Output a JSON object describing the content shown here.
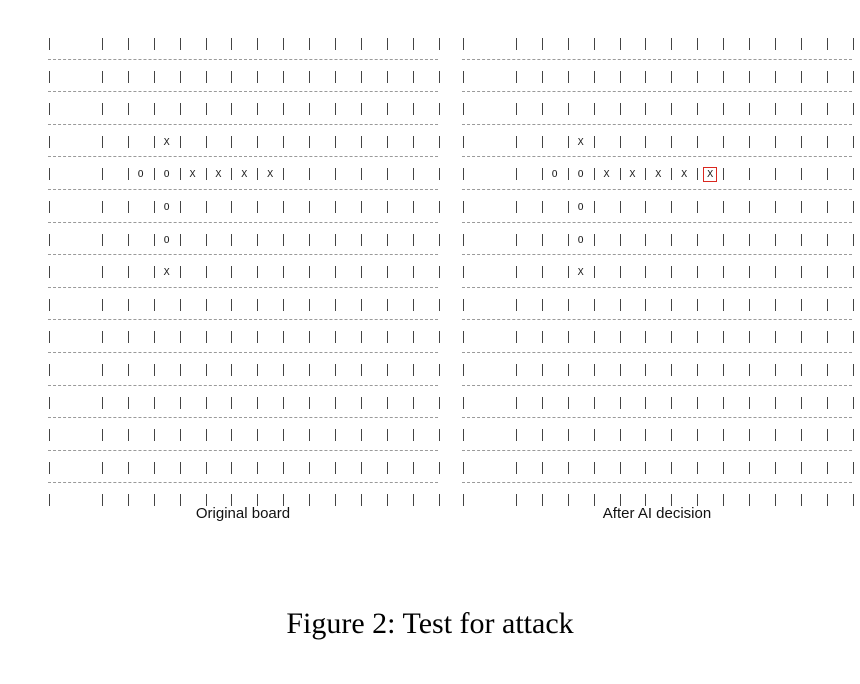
{
  "figure_caption": "Figure 2: Test for attack",
  "boards": [
    {
      "caption": "Original board",
      "grid": [
        [
          "",
          "",
          "",
          "",
          "",
          "",
          "",
          "",
          "",
          "",
          "",
          "",
          "",
          "",
          ""
        ],
        [
          "",
          "",
          "",
          "",
          "",
          "",
          "",
          "",
          "",
          "",
          "",
          "",
          "",
          "",
          ""
        ],
        [
          "",
          "",
          "",
          "",
          "",
          "",
          "",
          "",
          "",
          "",
          "",
          "",
          "",
          "",
          ""
        ],
        [
          "",
          "",
          "",
          "",
          "X",
          "",
          "",
          "",
          "",
          "",
          "",
          "",
          "",
          "",
          ""
        ],
        [
          "",
          "",
          "",
          "O",
          "O",
          "X",
          "X",
          "X",
          "X",
          "",
          "",
          "",
          "",
          "",
          ""
        ],
        [
          "",
          "",
          "",
          "",
          "O",
          "",
          "",
          "",
          "",
          "",
          "",
          "",
          "",
          "",
          ""
        ],
        [
          "",
          "",
          "",
          "",
          "O",
          "",
          "",
          "",
          "",
          "",
          "",
          "",
          "",
          "",
          ""
        ],
        [
          "",
          "",
          "",
          "",
          "X",
          "",
          "",
          "",
          "",
          "",
          "",
          "",
          "",
          "",
          ""
        ],
        [
          "",
          "",
          "",
          "",
          "",
          "",
          "",
          "",
          "",
          "",
          "",
          "",
          "",
          "",
          ""
        ],
        [
          "",
          "",
          "",
          "",
          "",
          "",
          "",
          "",
          "",
          "",
          "",
          "",
          "",
          "",
          ""
        ],
        [
          "",
          "",
          "",
          "",
          "",
          "",
          "",
          "",
          "",
          "",
          "",
          "",
          "",
          "",
          ""
        ],
        [
          "",
          "",
          "",
          "",
          "",
          "",
          "",
          "",
          "",
          "",
          "",
          "",
          "",
          "",
          ""
        ],
        [
          "",
          "",
          "",
          "",
          "",
          "",
          "",
          "",
          "",
          "",
          "",
          "",
          "",
          "",
          ""
        ],
        [
          "",
          "",
          "",
          "",
          "",
          "",
          "",
          "",
          "",
          "",
          "",
          "",
          "",
          "",
          ""
        ],
        [
          "",
          "",
          "",
          "",
          "",
          "",
          "",
          "",
          "",
          "",
          "",
          "",
          "",
          "",
          ""
        ]
      ],
      "highlight": null
    },
    {
      "caption": "After AI decision",
      "grid": [
        [
          "",
          "",
          "",
          "",
          "",
          "",
          "",
          "",
          "",
          "",
          "",
          "",
          "",
          "",
          ""
        ],
        [
          "",
          "",
          "",
          "",
          "",
          "",
          "",
          "",
          "",
          "",
          "",
          "",
          "",
          "",
          ""
        ],
        [
          "",
          "",
          "",
          "",
          "",
          "",
          "",
          "",
          "",
          "",
          "",
          "",
          "",
          "",
          ""
        ],
        [
          "",
          "",
          "",
          "",
          "X",
          "",
          "",
          "",
          "",
          "",
          "",
          "",
          "",
          "",
          ""
        ],
        [
          "",
          "",
          "",
          "O",
          "O",
          "X",
          "X",
          "X",
          "X",
          "X",
          "",
          "",
          "",
          "",
          ""
        ],
        [
          "",
          "",
          "",
          "",
          "O",
          "",
          "",
          "",
          "",
          "",
          "",
          "",
          "",
          "",
          ""
        ],
        [
          "",
          "",
          "",
          "",
          "O",
          "",
          "",
          "",
          "",
          "",
          "",
          "",
          "",
          "",
          ""
        ],
        [
          "",
          "",
          "",
          "",
          "X",
          "",
          "",
          "",
          "",
          "",
          "",
          "",
          "",
          "",
          ""
        ],
        [
          "",
          "",
          "",
          "",
          "",
          "",
          "",
          "",
          "",
          "",
          "",
          "",
          "",
          "",
          ""
        ],
        [
          "",
          "",
          "",
          "",
          "",
          "",
          "",
          "",
          "",
          "",
          "",
          "",
          "",
          "",
          ""
        ],
        [
          "",
          "",
          "",
          "",
          "",
          "",
          "",
          "",
          "",
          "",
          "",
          "",
          "",
          "",
          ""
        ],
        [
          "",
          "",
          "",
          "",
          "",
          "",
          "",
          "",
          "",
          "",
          "",
          "",
          "",
          "",
          ""
        ],
        [
          "",
          "",
          "",
          "",
          "",
          "",
          "",
          "",
          "",
          "",
          "",
          "",
          "",
          "",
          ""
        ],
        [
          "",
          "",
          "",
          "",
          "",
          "",
          "",
          "",
          "",
          "",
          "",
          "",
          "",
          "",
          ""
        ],
        [
          "",
          "",
          "",
          "",
          "",
          "",
          "",
          "",
          "",
          "",
          "",
          "",
          "",
          "",
          ""
        ]
      ],
      "highlight": {
        "row": 4,
        "col": 9
      },
      "highlight_color": "#d9281f"
    }
  ]
}
